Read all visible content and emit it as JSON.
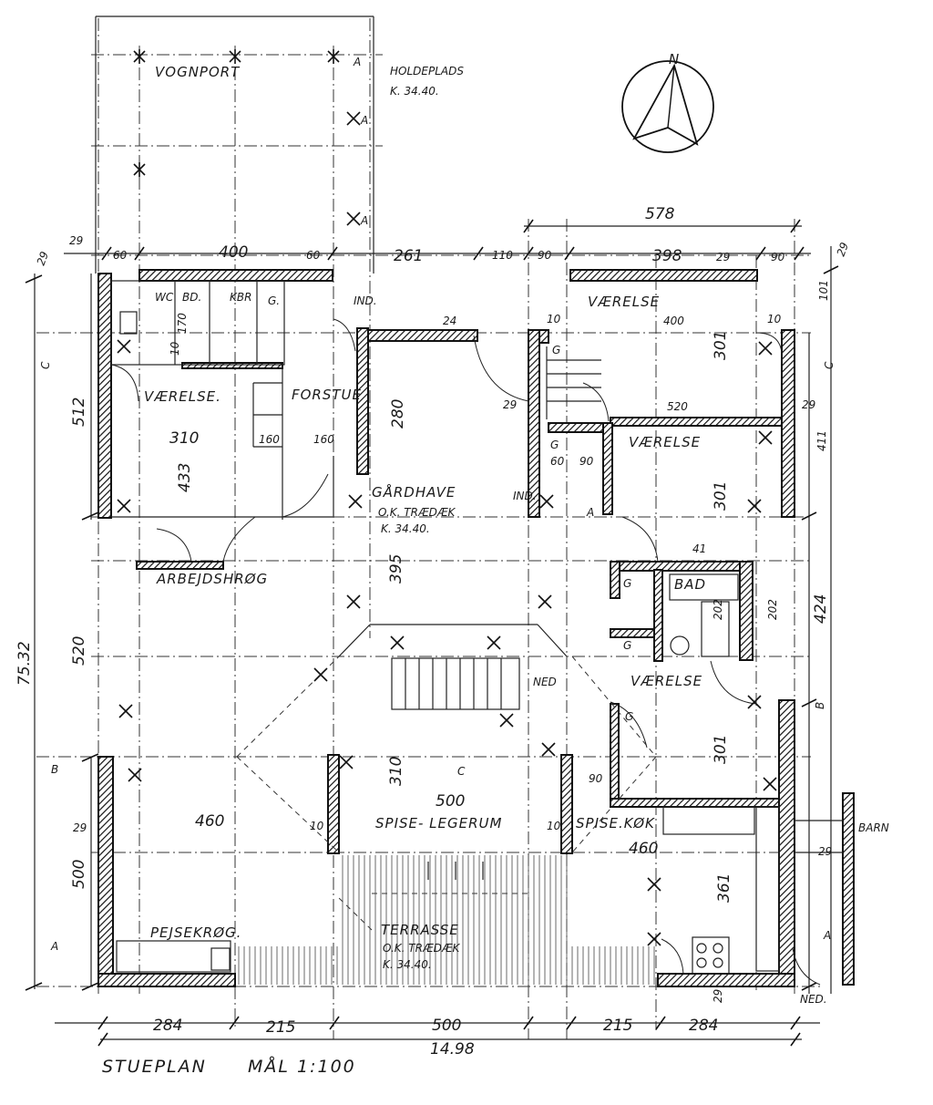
{
  "plan": {
    "title": "STUEPLAN",
    "scale": "MÅL 1:100",
    "north": "N"
  },
  "rooms": {
    "vognport": "VOGNPORT",
    "holdeplads": "HOLDEPLADS",
    "holdeplads_level": "K. 34.40.",
    "vaerelse_nw": "VÆRELSE.",
    "forstue": "FORSTUE",
    "wc": "WC",
    "bd": "BD.",
    "kbr": "KBR",
    "ind_top": "IND.",
    "gardhave": "GÅRDHAVE",
    "gardhave_deck": "O.K. TRÆDÆK",
    "gardhave_level": "K. 34.40.",
    "vaerelse_ne": "VÆRELSE",
    "vaerelse_e": "VÆRELSE",
    "ind_mid": "IND.",
    "arbejdshrog": "ARBEJDSHRØG",
    "bad": "BAD",
    "vaerelse_se": "VÆRELSE",
    "ned_mid": "NED",
    "spise_legerum": "SPISE- LEGERUM",
    "spisekok": "SPISE.KØK",
    "pejsekrog": "PEJSEKRØG.",
    "terrasse": "TERRASSE",
    "terrasse_deck": "O.K. TRÆDÆK",
    "terrasse_level": "K. 34.40.",
    "barn": "BARN",
    "ned_bottom": "NED.",
    "g1": "G.",
    "g2": "G",
    "g3": "G",
    "g4": "G",
    "g5": "G",
    "g6": "G"
  },
  "dimensions": {
    "d29_tl": "29",
    "d29_tl2": "29",
    "d60_a": "60",
    "d400_top": "400",
    "d60_b": "60",
    "d261": "261",
    "d110": "110",
    "d90_a": "90",
    "d578": "578",
    "d398": "398",
    "d29_tr": "29",
    "d90_b": "90",
    "d29_tr2": "29",
    "d101": "101",
    "d512": "512",
    "d310": "310",
    "d433": "433",
    "d160a": "160",
    "d160b": "160",
    "d170": "170",
    "d10a": "10",
    "d24": "24",
    "d280": "280",
    "d395": "395",
    "d29_mid": "29",
    "d10b": "10",
    "d400_ne": "400",
    "d10c": "10",
    "d301_a": "301",
    "d520_ne": "520",
    "d60_c": "60",
    "d90_c": "90",
    "d301_b": "301",
    "d411": "411",
    "d29_r": "29",
    "d7532": "75.32",
    "d520_w": "520",
    "d41": "41",
    "d202": "202",
    "d202b": "202",
    "d424": "424",
    "d301_c": "301",
    "d310b": "310",
    "d500_mid": "500",
    "d90_d": "90",
    "d460_w": "460",
    "d460_e": "460",
    "d29_w": "29",
    "d29_e": "29",
    "d500_w": "500",
    "d361": "361",
    "d10d": "10",
    "d10e": "10",
    "d29_b": "29",
    "d284_l": "284",
    "d215_l": "215",
    "d500_b": "500",
    "d215_r": "215",
    "d284_r": "284",
    "d1498": "14.98"
  },
  "axis_marks": {
    "c_left": "C",
    "c_right": "C",
    "b_left": "B",
    "b_right": "B",
    "a_left": "A",
    "a_right": "A",
    "a_top1": "A",
    "a_top2": "A",
    "a_top3": "A",
    "c_mid": "C",
    "a_mid": "A"
  }
}
